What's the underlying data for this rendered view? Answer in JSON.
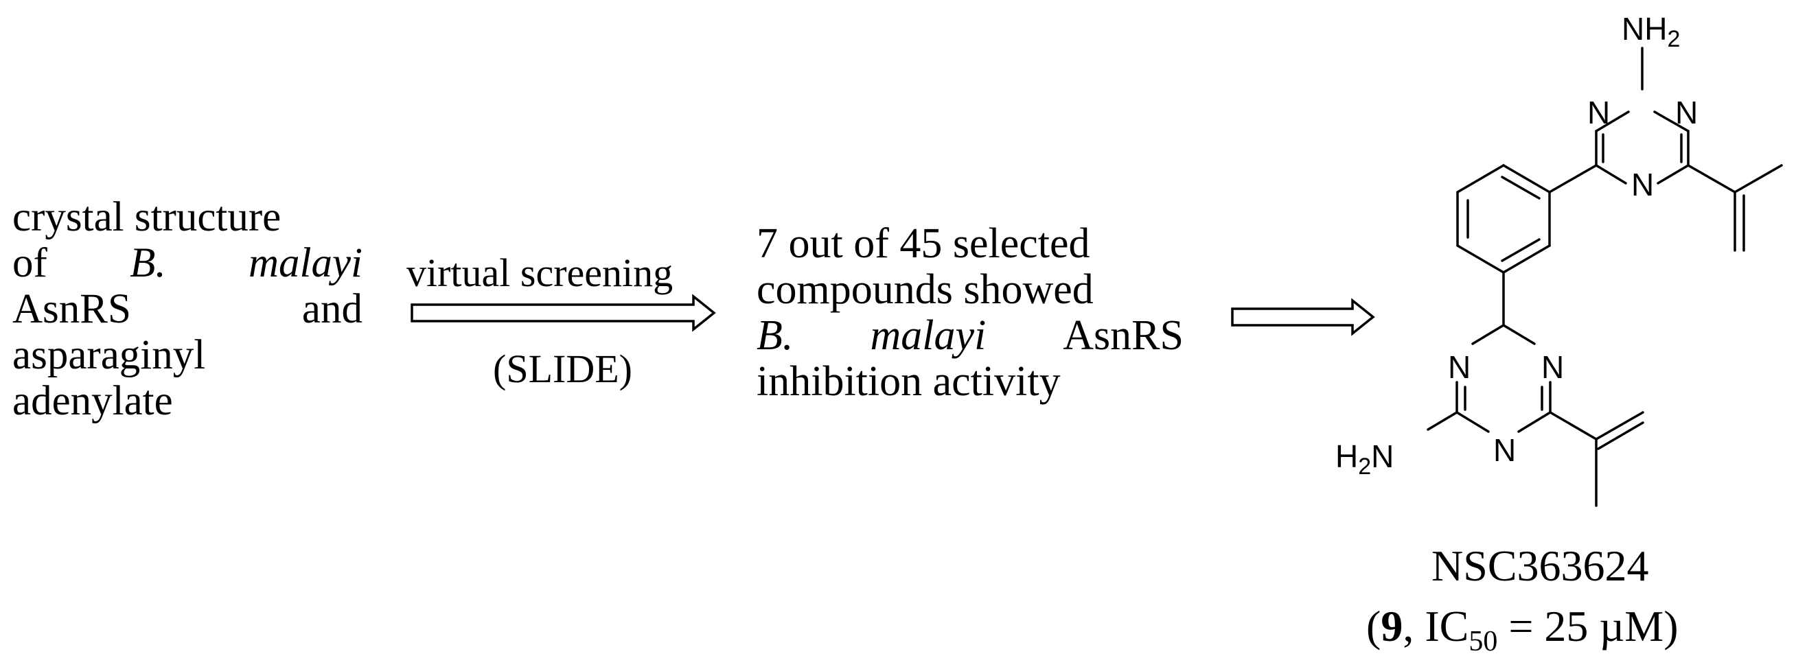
{
  "left_text": {
    "line1": "crystal structure",
    "line2_a": "of",
    "line2_b": "B.",
    "line2_c": "malayi",
    "line3_a": "AsnRS",
    "line3_b": "and",
    "line4": "asparaginyl",
    "line5": "adenylate"
  },
  "arrow1": {
    "top_label": "virtual screening",
    "bottom_label": "(SLIDE)"
  },
  "middle_text": {
    "line1": "7 out of 45 selected",
    "line2": "compounds showed",
    "line3_a": "B.",
    "line3_b": "malayi",
    "line3_c": "AsnRS",
    "line4": "inhibition activity"
  },
  "molecule": {
    "atoms": {
      "nh2_top": "NH",
      "nh2_top_sub": "2",
      "n": "N",
      "h2n_h": "H",
      "h2n_sub": "2",
      "h2n_n": "N"
    }
  },
  "compound": {
    "name": "NSC363624",
    "open_paren": "(",
    "number": "9",
    "ic_prefix": ", IC",
    "ic_sub": "50",
    "ic_value": " = 25 µM)"
  }
}
